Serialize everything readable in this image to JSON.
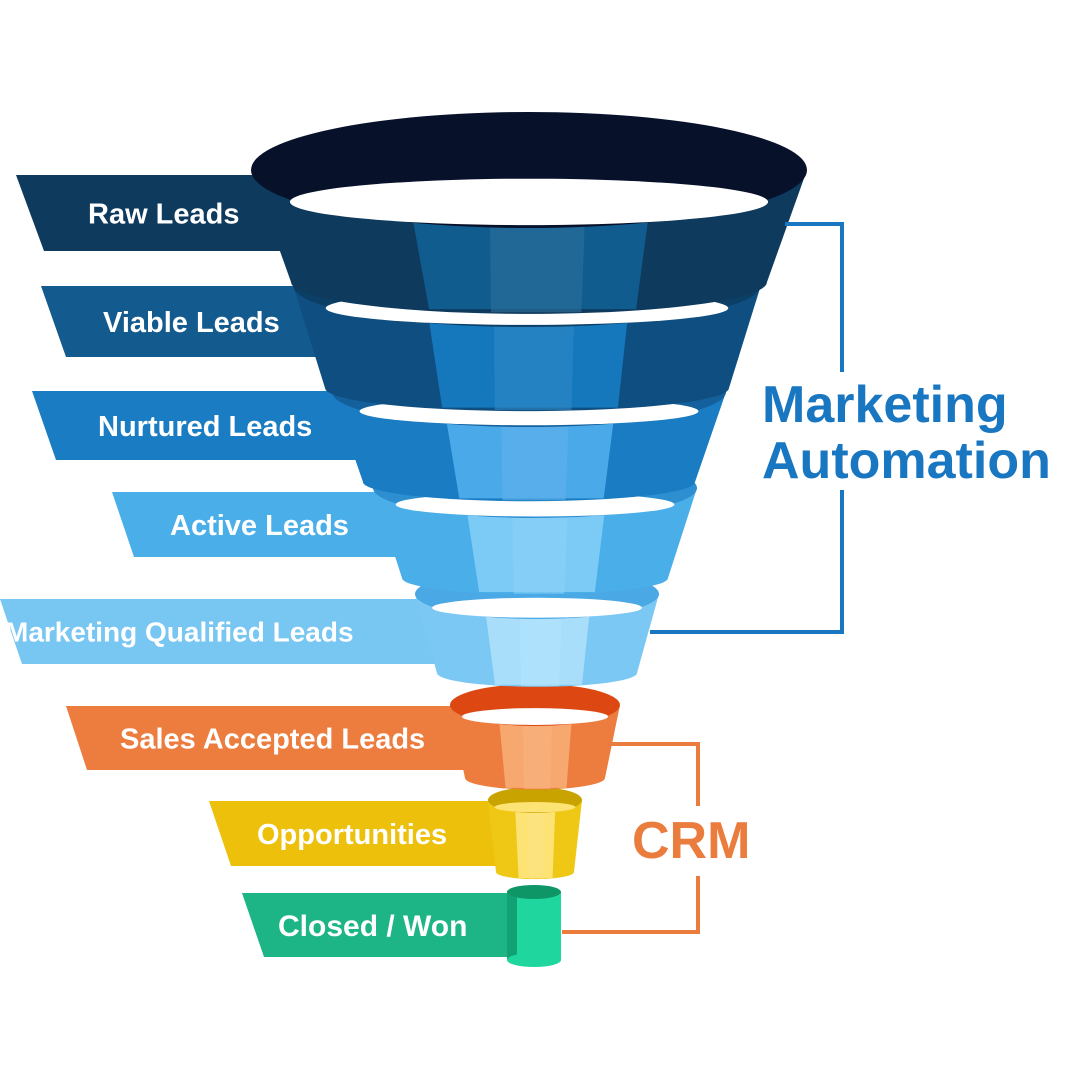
{
  "stages": [
    {
      "label": "Raw Leads",
      "band": "#0e3a5e",
      "rim": "#07112a",
      "outer": "#0e3a5e",
      "mid": "#115c8f",
      "light": "#ffffff"
    },
    {
      "label": "Viable Leads",
      "band": "#135a8e",
      "rim": "#0c3f66",
      "outer": "#0f4e80",
      "mid": "#1578bd",
      "light": "#ffffff"
    },
    {
      "label": "Nurtured Leads",
      "band": "#1a7cc2",
      "rim": "#13609c",
      "outer": "#1a7cc2",
      "mid": "#4aa9e8",
      "light": "#ffffff"
    },
    {
      "label": "Active Leads",
      "band": "#4aaee9",
      "rim": "#2e8fd0",
      "outer": "#4aaee9",
      "mid": "#7ccbf7",
      "light": "#ffffff"
    },
    {
      "label": "Marketing Qualified Leads",
      "band": "#78c6f2",
      "rim": "#4aa8e4",
      "outer": "#7cc8f4",
      "mid": "#a9defb",
      "light": "#ffffff"
    },
    {
      "label": "Sales Accepted Leads",
      "band": "#ec7d3f",
      "rim": "#dc4712",
      "outer": "#ec7d3f",
      "mid": "#f7a86e",
      "light": "#ffffff"
    },
    {
      "label": "Opportunities",
      "band": "#edc00c",
      "rim": "#c9a300",
      "outer": "#efc816",
      "mid": "#fde274",
      "light": "#fde274"
    },
    {
      "label": "Closed / Won",
      "band": "#1db585",
      "rim": "#0e9666",
      "outer": "#12a172",
      "mid": "#1fd79e",
      "light": "#1fd79e"
    }
  ],
  "groups": [
    {
      "title_lines": [
        "Marketing",
        "Automation"
      ],
      "color": "#1976c1"
    },
    {
      "title_lines": [
        "CRM"
      ],
      "color": "#ea7c3d"
    }
  ]
}
